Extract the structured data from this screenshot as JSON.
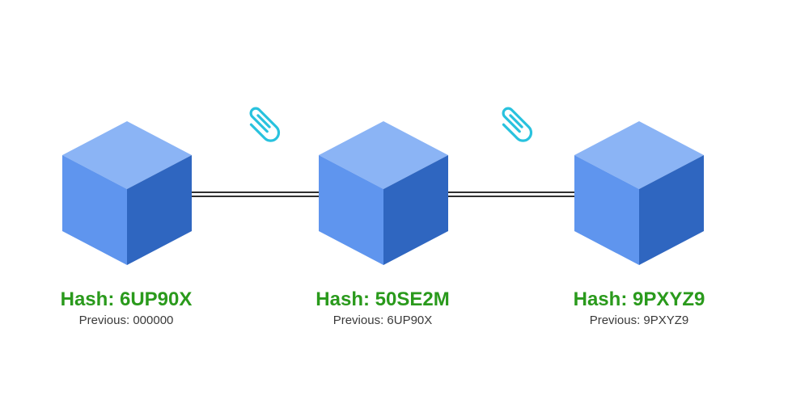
{
  "colors": {
    "cube_top": "#8bb4f5",
    "cube_left": "#5f95ee",
    "cube_right": "#2f66c0",
    "hash_text": "#2a9a1c",
    "previous_text": "#3a3a3a",
    "link_line": "#2f2f2f",
    "paperclip": "#29c2de"
  },
  "blocks": [
    {
      "hash_label": "Hash: 6UP90X",
      "previous_label": "Previous: 000000",
      "icon": "cube-icon"
    },
    {
      "hash_label": "Hash: 50SE2M",
      "previous_label": "Previous: 6UP90X",
      "icon": "cube-icon"
    },
    {
      "hash_label": "Hash: 9PXYZ9",
      "previous_label": "Previous: 9PXYZ9",
      "icon": "cube-icon"
    }
  ],
  "links": [
    {
      "icon": "paperclip-icon"
    },
    {
      "icon": "paperclip-icon"
    }
  ]
}
